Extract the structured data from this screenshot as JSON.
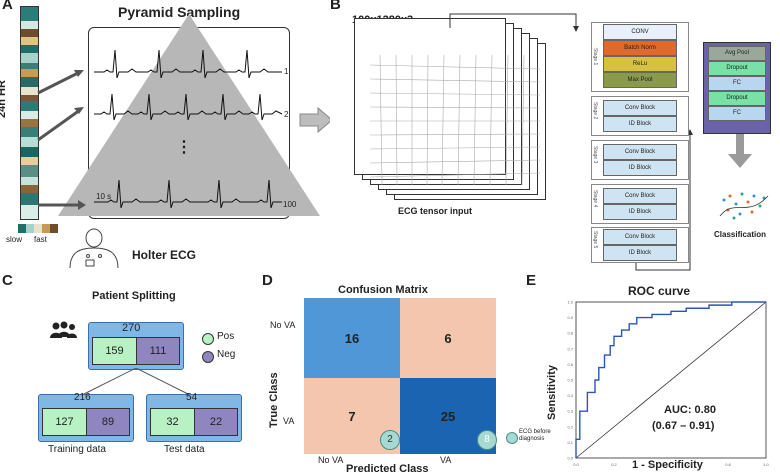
{
  "panels": {
    "a": "A",
    "b": "B",
    "c": "C",
    "d": "D",
    "e": "E"
  },
  "panel_a": {
    "title": "Pyramid Sampling",
    "hr_label": "24h HR",
    "scale_slow": "slow",
    "scale_fast": "fast",
    "holter_label": "Holter ECG",
    "row_labels": [
      "1",
      "2",
      "100"
    ],
    "ellipsis": "⋮",
    "duration": "10 s"
  },
  "panel_b": {
    "tensor_size": "100x1280x3",
    "tensor_caption": "ECG tensor input",
    "stage1_blocks": [
      "CONV",
      "Batch Norm",
      "ReLu",
      "Max Pool"
    ],
    "stage_blocks": [
      "Conv Block",
      "ID Block"
    ],
    "stage_labels": [
      "Stage 1",
      "Stage 2",
      "Stage 3",
      "Stage 4",
      "Stage 5"
    ],
    "head_blocks": [
      "Avg Pool",
      "Dropout",
      "FC",
      "Dropout",
      "FC"
    ],
    "classification": "Classification",
    "colors": {
      "conv": "#e8f0fb",
      "batchnorm": "#e06a2c",
      "relu": "#d7c13d",
      "maxpool": "#8a9a48",
      "block": "#cfe4f3",
      "avgpool": "#99a89a",
      "dropout": "#79e0a6",
      "fc": "#b9d6f0"
    }
  },
  "panel_c": {
    "title": "Patient Splitting",
    "total": "270",
    "total_pos": "159",
    "total_neg": "111",
    "train_total": "216",
    "train_pos": "127",
    "train_neg": "89",
    "test_total": "54",
    "test_pos": "32",
    "test_neg": "22",
    "legend_pos": "Pos",
    "legend_neg": "Neg",
    "train_label": "Training data",
    "test_label": "Test data"
  },
  "panel_d": {
    "title": "Confusion Matrix",
    "ylabel": "True Class",
    "xlabel": "Predicted Class",
    "row_labels": [
      "No VA",
      "VA"
    ],
    "col_labels": [
      "No VA",
      "VA"
    ],
    "cells": [
      [
        "16",
        "6"
      ],
      [
        "7",
        "25"
      ]
    ],
    "badges": [
      "2",
      "8"
    ],
    "badge_legend": "ECG before diagnosis",
    "colors": {
      "high": "#4f97d6",
      "low": "#f4c6ae",
      "max": "#1b64b1"
    }
  },
  "panel_e": {
    "title": "ROC curve",
    "xlabel": "1 - Specificity",
    "ylabel": "Sensitivity",
    "auc": "AUC: 0.80",
    "ci": "(0.67 – 0.91)",
    "x_ticks": [
      "0.0",
      "0.2",
      "0.4",
      "0.6",
      "0.8",
      "1.0"
    ],
    "y_ticks": [
      "0.0",
      "0.1",
      "0.2",
      "0.3",
      "0.4",
      "0.5",
      "0.6",
      "0.7",
      "0.8",
      "0.9",
      "1.0"
    ]
  },
  "chart_data": {
    "type": "line",
    "title": "ROC curve",
    "xlabel": "1 - Specificity",
    "ylabel": "Sensitivity",
    "xlim": [
      0,
      1
    ],
    "ylim": [
      0,
      1
    ],
    "series": [
      {
        "x": [
          0.0,
          0.0,
          0.02,
          0.02,
          0.06,
          0.06,
          0.1,
          0.1,
          0.12,
          0.12,
          0.15,
          0.15,
          0.18,
          0.18,
          0.2,
          0.2,
          0.24,
          0.24,
          0.28,
          0.28,
          0.32,
          0.32,
          0.4,
          0.4,
          0.5,
          0.5,
          0.58,
          0.58,
          0.7,
          0.7,
          0.82,
          0.82,
          1.0
        ],
        "y": [
          0.0,
          0.12,
          0.12,
          0.3,
          0.3,
          0.42,
          0.42,
          0.5,
          0.5,
          0.58,
          0.58,
          0.66,
          0.66,
          0.72,
          0.72,
          0.78,
          0.78,
          0.82,
          0.82,
          0.86,
          0.86,
          0.9,
          0.9,
          0.92,
          0.92,
          0.94,
          0.94,
          0.96,
          0.96,
          0.98,
          0.98,
          1.0,
          1.0
        ]
      },
      {
        "x": [
          0,
          1
        ],
        "y": [
          0,
          1
        ]
      }
    ]
  }
}
